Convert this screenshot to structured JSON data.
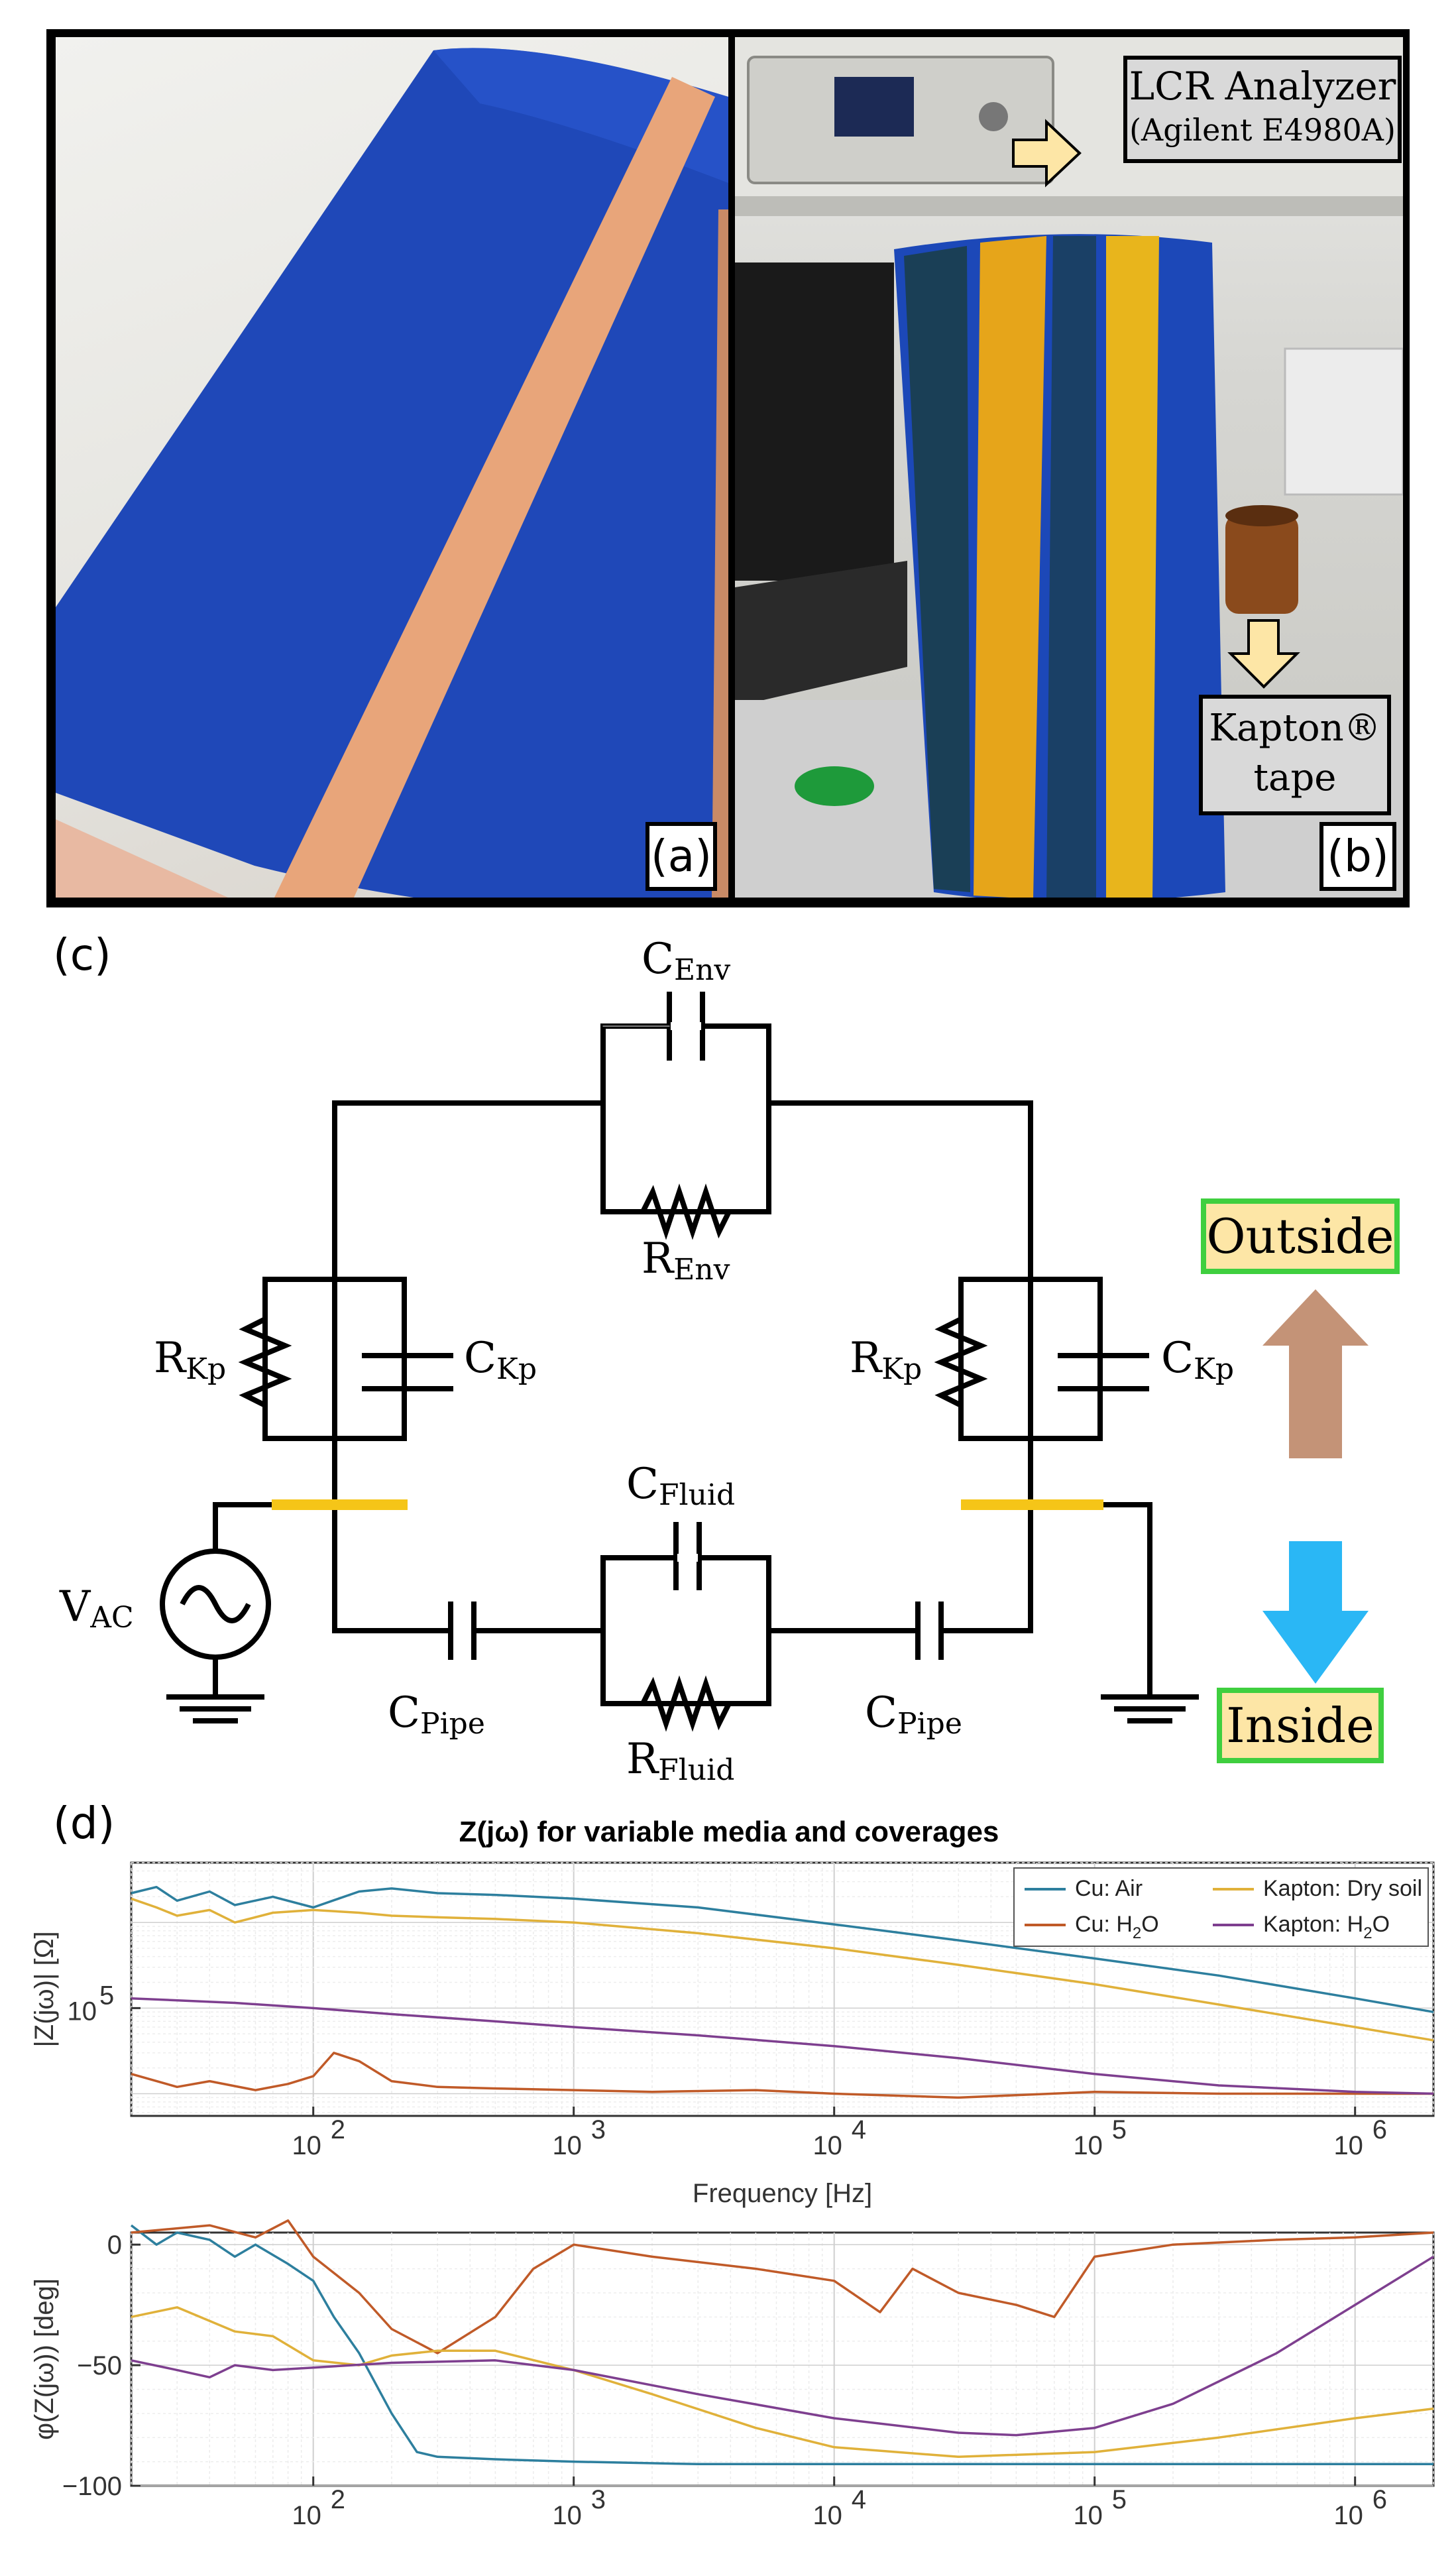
{
  "panels": {
    "a": {
      "label": "(a)"
    },
    "b": {
      "label": "(b)"
    },
    "c": {
      "label": "(c)"
    },
    "d": {
      "label": "(d)"
    }
  },
  "callouts": {
    "lcr_line1": "LCR Analyzer",
    "lcr_line2": "(Agilent E4980A)",
    "kapton_line1": "Kapton®",
    "kapton_line2": "tape"
  },
  "circuit": {
    "c_env": "C",
    "c_env_sub": "Env",
    "r_env": "R",
    "r_env_sub": "Env",
    "r_kp_left": "R",
    "r_kp_left_sub": "Kp",
    "c_kp_left": "C",
    "c_kp_left_sub": "Kp",
    "r_kp_right": "R",
    "r_kp_right_sub": "Kp",
    "c_kp_right": "C",
    "c_kp_right_sub": "Kp",
    "c_fluid": "C",
    "c_fluid_sub": "Fluid",
    "r_fluid": "R",
    "r_fluid_sub": "Fluid",
    "c_pipe_left": "C",
    "c_pipe_left_sub": "Pipe",
    "c_pipe_right": "C",
    "c_pipe_right_sub": "Pipe",
    "v_ac": "V",
    "v_ac_sub": "AC",
    "outside": "Outside",
    "inside": "Inside",
    "colors": {
      "electrode": "#f5c518",
      "arrow_up": "#c49377",
      "arrow_down": "#2ab7f5",
      "tag_border": "#3fcf3f",
      "tag_fill": "#fde6a6"
    }
  },
  "chart_data": [
    {
      "type": "line",
      "title": "Z(jω) for variable media and coverages",
      "xlabel": "Frequency [Hz]",
      "ylabel": "|Z(jω)| [Ω]",
      "xscale": "log",
      "yscale": "log",
      "xlim": [
        20,
        2000000
      ],
      "ylim": [
        5500,
        5000000
      ],
      "x_ticks": [
        100,
        1000,
        10000,
        100000,
        1000000
      ],
      "x_tick_labels": [
        "10",
        "10",
        "10",
        "10",
        "10"
      ],
      "x_tick_exponents": [
        "2",
        "3",
        "4",
        "5",
        "6"
      ],
      "y_tick_label": "10",
      "y_tick_exponent": "5",
      "grid": true,
      "legend_position": "top-right",
      "series": [
        {
          "name": "Cu: Air",
          "color": "#2d7f9e",
          "x": [
            20,
            25,
            30,
            40,
            50,
            70,
            100,
            150,
            200,
            300,
            500,
            1000,
            3000,
            10000,
            30000,
            100000,
            300000,
            1000000,
            2000000
          ],
          "y": [
            2200000,
            2600000,
            1800000,
            2300000,
            1600000,
            2000000,
            1500000,
            2300000,
            2500000,
            2200000,
            2100000,
            1900000,
            1500000,
            950000,
            620000,
            380000,
            240000,
            130000,
            90000
          ]
        },
        {
          "name": "Cu: H2O",
          "name_display": "Cu: H",
          "name_sub": "2",
          "name_tail": "O",
          "color": "#c05a28",
          "x": [
            20,
            30,
            40,
            60,
            80,
            100,
            120,
            150,
            200,
            300,
            500,
            1000,
            2000,
            5000,
            10000,
            30000,
            100000,
            300000,
            1000000,
            2000000
          ],
          "y": [
            17000,
            12000,
            14000,
            11000,
            13000,
            16000,
            30000,
            24000,
            14000,
            12000,
            11500,
            11000,
            10500,
            11000,
            10000,
            9000,
            10500,
            10000,
            10000,
            10000
          ]
        },
        {
          "name": "Kapton: Dry soil",
          "color": "#e0b13a",
          "x": [
            20,
            25,
            30,
            40,
            50,
            70,
            100,
            150,
            200,
            300,
            500,
            1000,
            3000,
            10000,
            30000,
            100000,
            300000,
            1000000,
            2000000
          ],
          "y": [
            1900000,
            1500000,
            1200000,
            1400000,
            1000000,
            1300000,
            1400000,
            1300000,
            1200000,
            1150000,
            1100000,
            1000000,
            750000,
            500000,
            320000,
            190000,
            110000,
            60000,
            42000
          ]
        },
        {
          "name": "Kapton: H2O",
          "name_display": "Kapton: H",
          "name_sub": "2",
          "name_tail": "O",
          "color": "#7e3f8f",
          "x": [
            20,
            50,
            100,
            200,
            500,
            1000,
            3000,
            10000,
            30000,
            100000,
            300000,
            1000000,
            2000000
          ],
          "y": [
            130000,
            115000,
            100000,
            85000,
            70000,
            60000,
            48000,
            36000,
            26000,
            17000,
            12500,
            10500,
            10000
          ]
        }
      ]
    },
    {
      "type": "line",
      "title": "",
      "xlabel": "",
      "ylabel": "φ(Z(jω)) [deg]",
      "xscale": "log",
      "xlim": [
        20,
        2000000
      ],
      "ylim": [
        -100,
        5
      ],
      "y_ticks": [
        0,
        -50,
        -100
      ],
      "y_tick_labels": [
        "0",
        "−50",
        "−100"
      ],
      "x_ticks": [
        100,
        1000,
        10000,
        100000,
        1000000
      ],
      "x_tick_labels": [
        "10",
        "10",
        "10",
        "10",
        "10"
      ],
      "x_tick_exponents": [
        "2",
        "3",
        "4",
        "5",
        "6"
      ],
      "grid": true,
      "series": [
        {
          "name": "Cu: Air",
          "color": "#2d7f9e",
          "x": [
            20,
            25,
            30,
            40,
            50,
            60,
            80,
            100,
            120,
            150,
            200,
            250,
            300,
            500,
            1000,
            3000,
            10000,
            100000,
            1000000,
            2000000
          ],
          "y": [
            8,
            0,
            5,
            2,
            -5,
            0,
            -8,
            -15,
            -30,
            -45,
            -70,
            -86,
            -88,
            -89,
            -90,
            -91,
            -91,
            -91,
            -91,
            -91
          ]
        },
        {
          "name": "Cu: H2O",
          "color": "#c05a28",
          "x": [
            20,
            40,
            60,
            80,
            100,
            150,
            200,
            300,
            500,
            700,
            1000,
            2000,
            5000,
            10000,
            15000,
            20000,
            30000,
            50000,
            70000,
            100000,
            200000,
            500000,
            1000000,
            2000000
          ],
          "y": [
            5,
            8,
            3,
            10,
            -5,
            -20,
            -35,
            -45,
            -30,
            -10,
            0,
            -5,
            -10,
            -15,
            -28,
            -10,
            -20,
            -25,
            -30,
            -5,
            0,
            2,
            3,
            5
          ]
        },
        {
          "name": "Kapton: Dry soil",
          "color": "#e0b13a",
          "x": [
            20,
            30,
            50,
            70,
            100,
            150,
            200,
            300,
            500,
            1000,
            2000,
            5000,
            10000,
            30000,
            100000,
            300000,
            1000000,
            2000000
          ],
          "y": [
            -30,
            -26,
            -36,
            -38,
            -48,
            -50,
            -46,
            -44,
            -44,
            -52,
            -62,
            -76,
            -84,
            -88,
            -86,
            -80,
            -72,
            -68
          ]
        },
        {
          "name": "Kapton: H2O",
          "color": "#7e3f8f",
          "x": [
            20,
            30,
            40,
            50,
            70,
            100,
            200,
            500,
            1000,
            3000,
            10000,
            30000,
            50000,
            100000,
            200000,
            500000,
            1000000,
            2000000
          ],
          "y": [
            -48,
            -52,
            -55,
            -50,
            -52,
            -51,
            -49,
            -48,
            -52,
            -62,
            -72,
            -78,
            -79,
            -76,
            -66,
            -45,
            -25,
            -5
          ]
        }
      ]
    }
  ]
}
